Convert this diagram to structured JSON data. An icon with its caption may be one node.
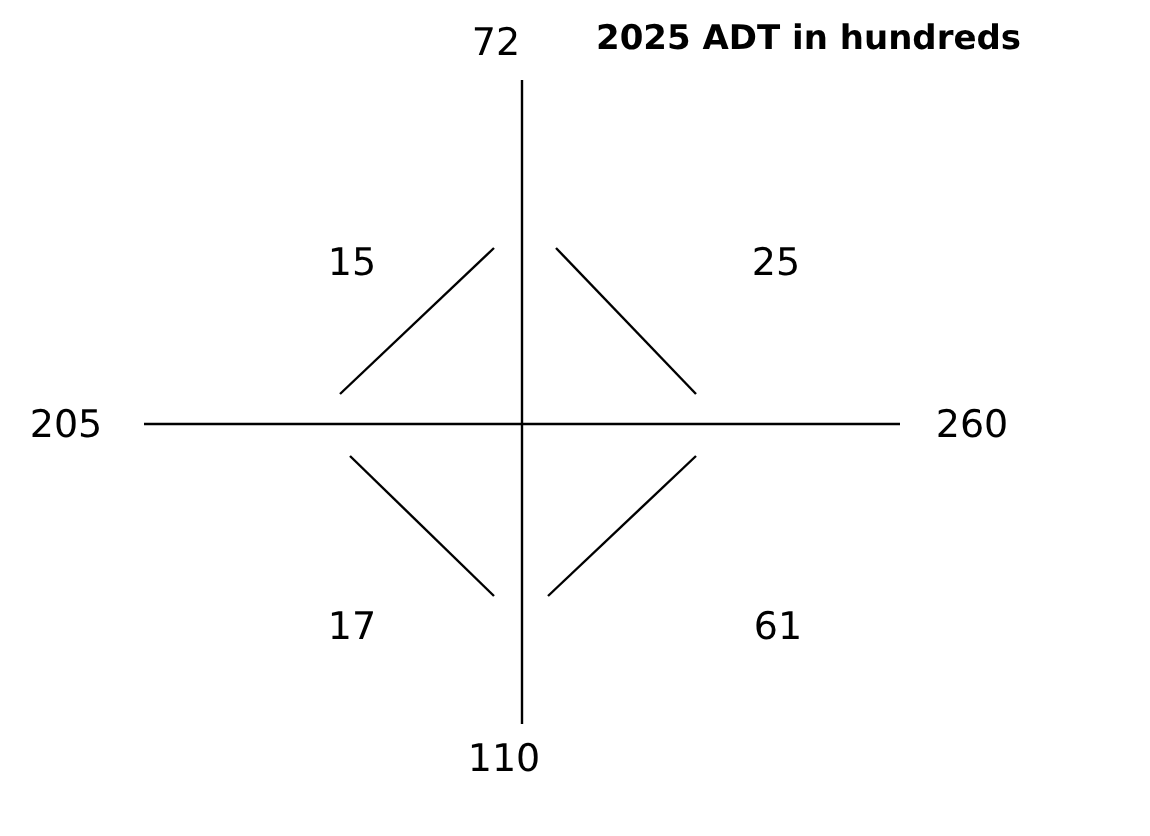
{
  "diagram": {
    "labels": [
      "72",
      "2025 ADT in hundreds",
      "15",
      "25",
      "205",
      "260",
      "17",
      "61",
      "110"
    ]
  }
}
